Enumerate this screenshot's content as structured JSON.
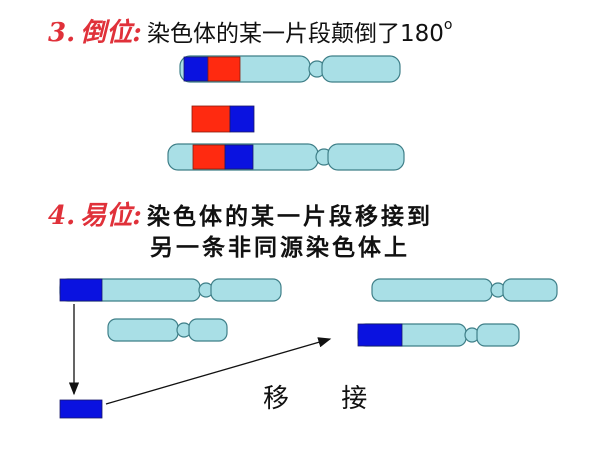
{
  "inversion": {
    "number": "3.",
    "term": "倒位:",
    "description": "染色体的某一片段颠倒了180",
    "degree_sign": "o"
  },
  "translocation": {
    "number": "4.",
    "term": "易位:",
    "description_line1": "染色体的某一片段移接到",
    "description_line2": "另一条非同源染色体上",
    "arrow_label": "移 接"
  },
  "colors": {
    "chromosome_fill": "#a9dfe6",
    "chromosome_stroke": "#3f7f88",
    "segment_blue": "#0a12e0",
    "segment_red": "#ff2a10",
    "label_red": "#e0313a"
  }
}
